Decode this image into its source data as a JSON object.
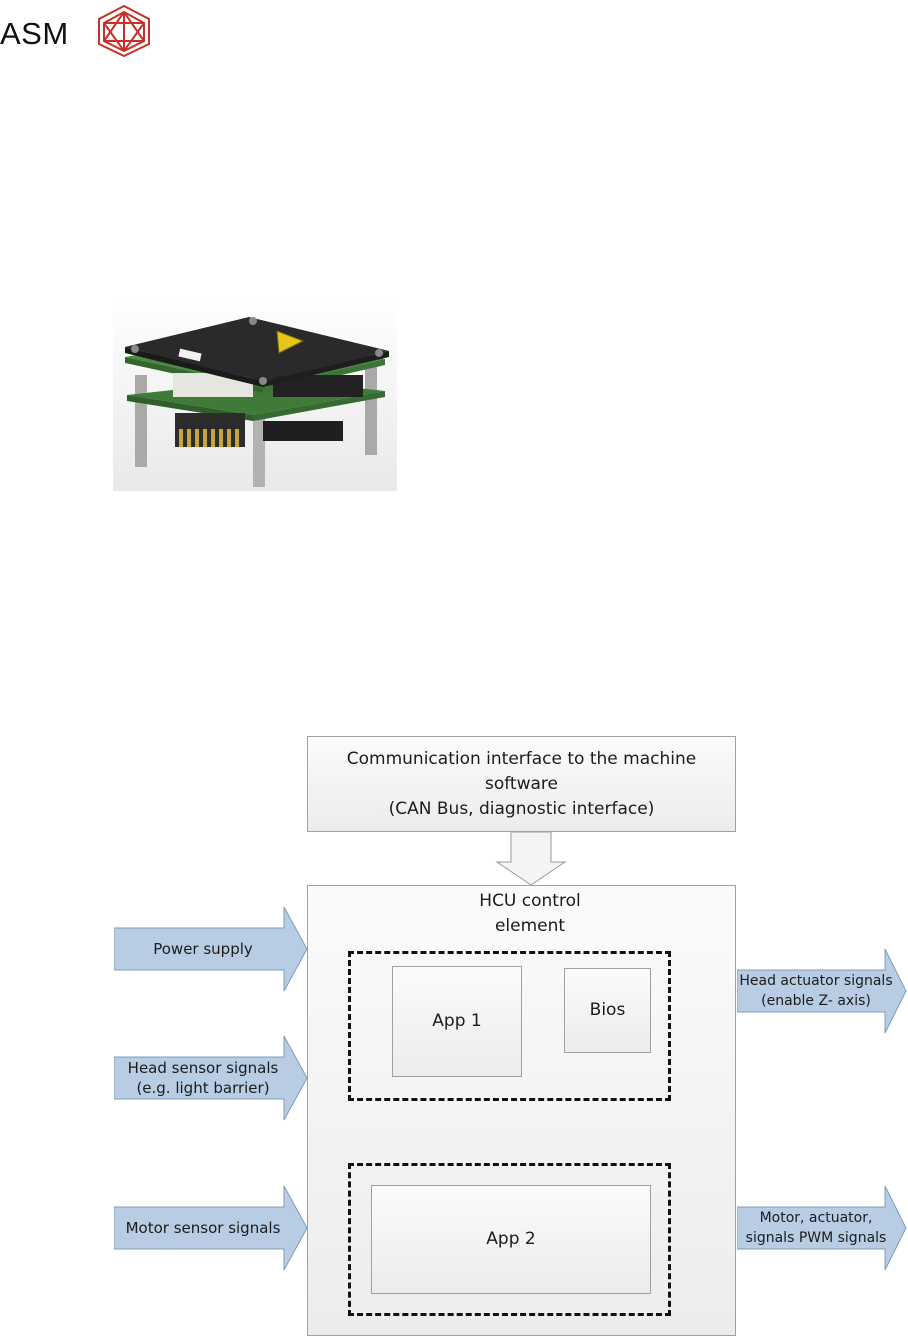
{
  "logo": {
    "text": "ASM",
    "mark_icon": "asm-hexagon-logo-icon",
    "mark_color": "#c8302b"
  },
  "photo": {
    "subject": "stacked control circuit board module"
  },
  "diagram": {
    "comm_interface": "Communication interface to the machine software\n(CAN Bus, diagnostic interface)",
    "hcu_title": "HCU control\nelement",
    "app1": "App 1",
    "bios": "Bios",
    "app2": "App 2",
    "inputs": {
      "power": "Power supply",
      "head_sensor": "Head sensor signals\n(e.g. light barrier)",
      "motor_sensor": "Motor sensor signals"
    },
    "outputs": {
      "head_actuator": "Head actuator signals\n(enable Z- axis)",
      "motor_actuator": "Motor, actuator,\nsignals PWM signals"
    },
    "colors": {
      "arrow_fill": "#b8cce4",
      "arrow_stroke": "#7f9db9",
      "box_border": "#a0a0a0",
      "dash": "#111111"
    }
  }
}
